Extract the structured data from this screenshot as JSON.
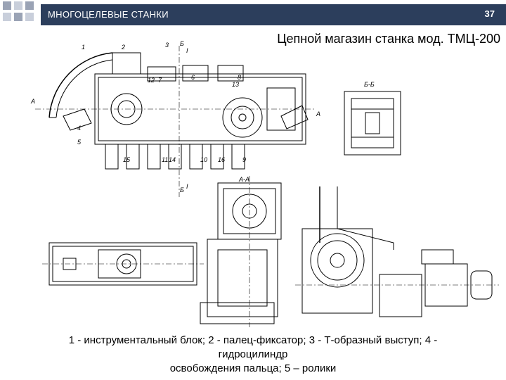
{
  "header": {
    "section_title": "МНОГОЦЕЛЕВЫЕ СТАНКИ",
    "page_number": "37",
    "band_color": "#2c3e5c",
    "square_colors": [
      "#9aa3b5",
      "#c9cfdb"
    ]
  },
  "slide": {
    "title": "Цепной магазин станка мод. ТМЦ-200"
  },
  "drawing": {
    "callouts": [
      "1",
      "2",
      "3",
      "4",
      "5",
      "6",
      "7",
      "8",
      "9",
      "10",
      "11",
      "12",
      "13",
      "14",
      "15",
      "16"
    ],
    "section_marks": [
      "Б",
      "Б",
      "А",
      "А",
      "Б-Б",
      "А-А",
      "I",
      "I"
    ]
  },
  "caption": {
    "line1": "1 - инструментальный блок; 2 - палец-фиксатор; 3 - Т-образный выступ; 4 -",
    "line2": "гидроцилиндр",
    "line3": "освобождения пальца; 5 – ролики"
  }
}
